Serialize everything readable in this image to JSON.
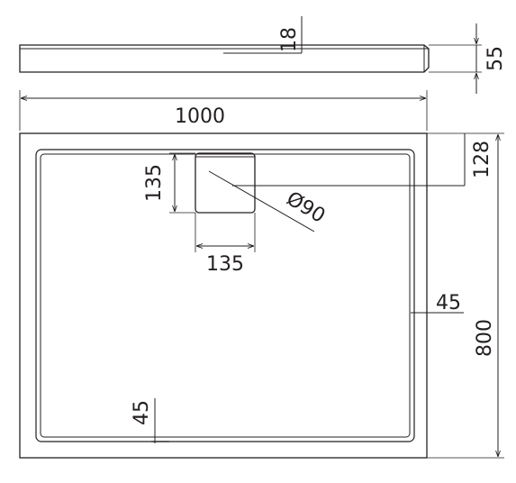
{
  "dimensions": {
    "thickness_top": "18",
    "height_side": "55",
    "width": "1000",
    "drain_offset": "128",
    "drain_box_height": "135",
    "drain_box_width": "135",
    "drain_diameter": "Ø90",
    "rim_right": "45",
    "length": "800",
    "rim_bottom": "45"
  },
  "colors": {
    "line": "#231f20",
    "background": "#ffffff"
  }
}
